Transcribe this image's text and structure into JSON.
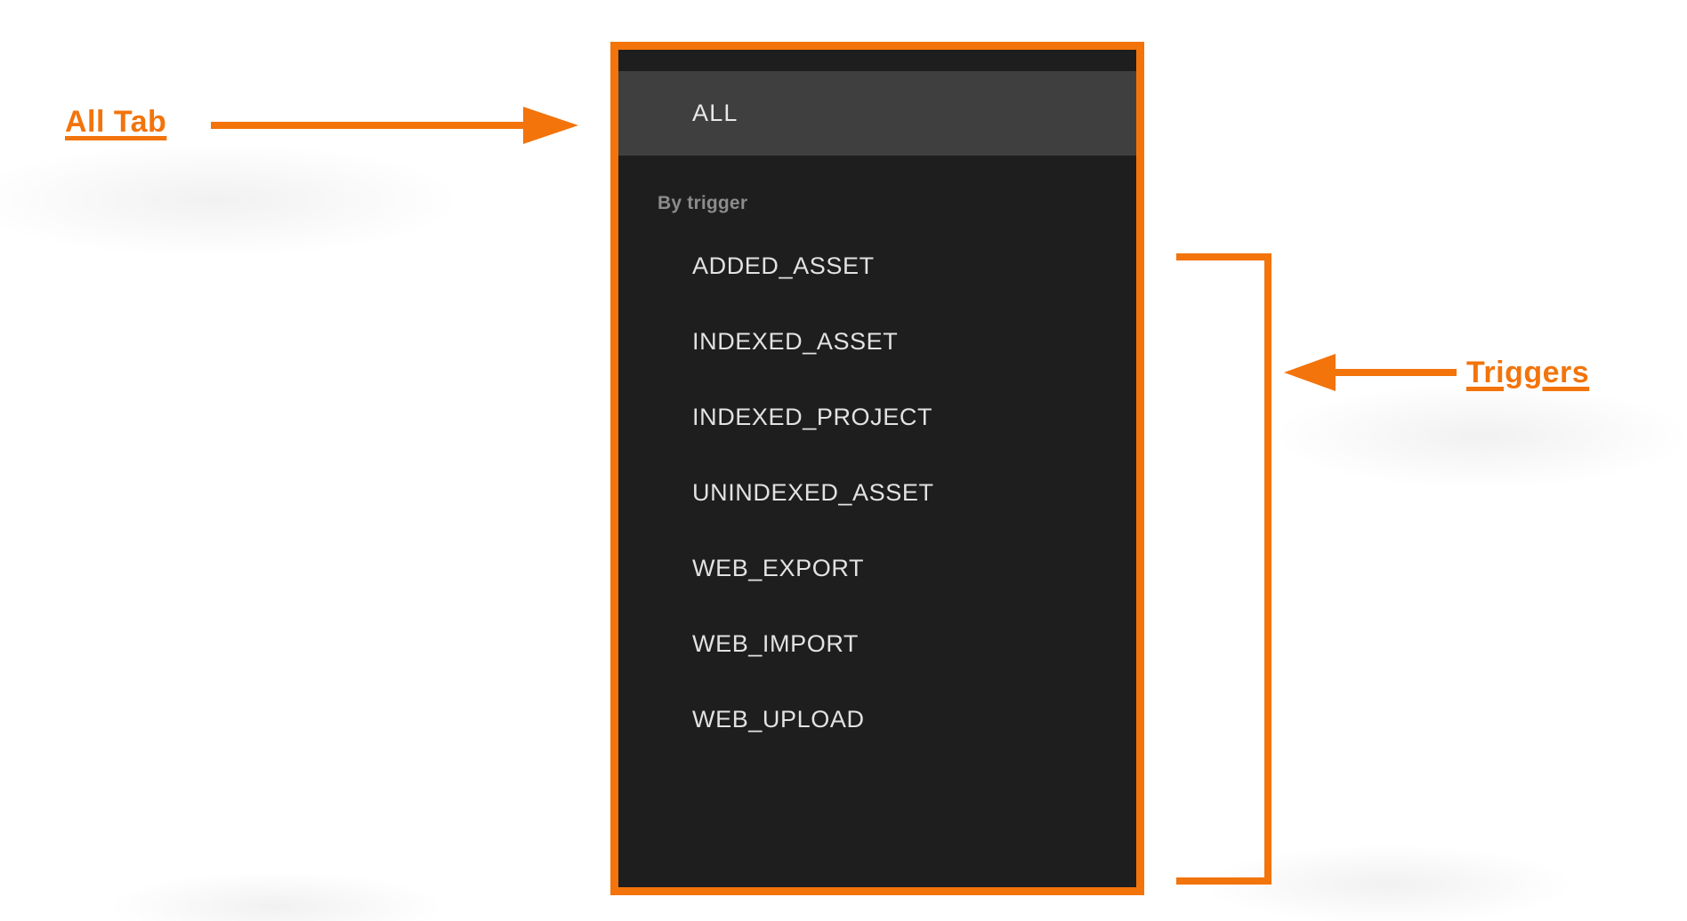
{
  "theme": {
    "accent_orange": "#F2740B",
    "panel_bg": "#1E1E1E",
    "tab_active_bg": "#3F3F3F",
    "item_text": "#E2E2E2",
    "group_label_text": "#8C8C8C",
    "page_bg": "#FFFFFF"
  },
  "annotations": [
    {
      "name": "all-tab",
      "label": "All Tab",
      "arrow": "right-arrow"
    },
    {
      "name": "triggers",
      "label": "Triggers",
      "arrow": "left-arrow"
    }
  ],
  "panel": {
    "tab": {
      "label": "ALL",
      "selected": true
    },
    "group": {
      "label": "By trigger",
      "items": [
        {
          "label": "ADDED_ASSET"
        },
        {
          "label": "INDEXED_ASSET"
        },
        {
          "label": "INDEXED_PROJECT"
        },
        {
          "label": "UNINDEXED_ASSET"
        },
        {
          "label": "WEB_EXPORT"
        },
        {
          "label": "WEB_IMPORT"
        },
        {
          "label": "WEB_UPLOAD"
        }
      ]
    }
  }
}
